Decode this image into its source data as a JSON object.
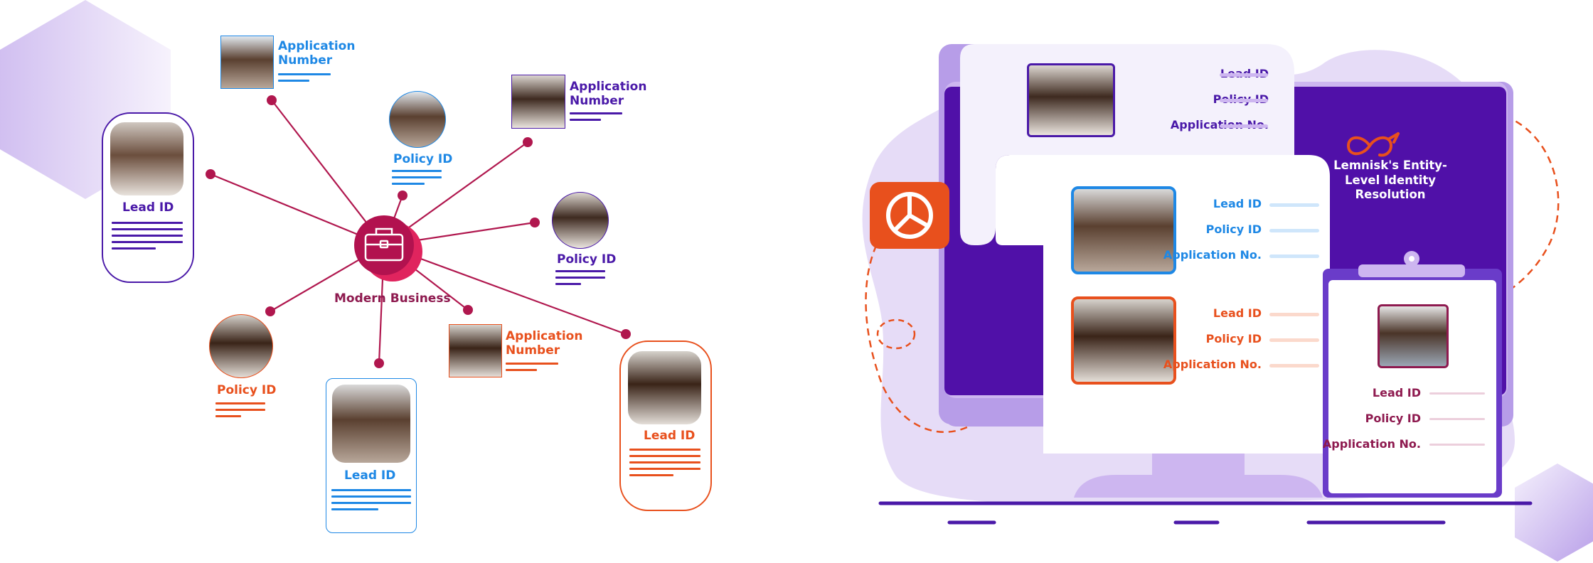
{
  "colors": {
    "purple": "#4a19a8",
    "purple_dark": "#3a0ca3",
    "blue": "#1e88e5",
    "orange": "#e8501d",
    "magenta": "#c2185b",
    "magenta_dark": "#8e1a4f",
    "lavender": "#e6dcf7",
    "lavender_mid": "#cdb6f0",
    "pale": "#f4f1fc"
  },
  "left": {
    "center_label": "Modern Business",
    "center_icon": "briefcase-icon",
    "nodes": [
      {
        "id": "lead-purple",
        "label": "Lead ID"
      },
      {
        "id": "app-blue-top",
        "label": "Application Number"
      },
      {
        "id": "policy-blue",
        "label": "Policy ID"
      },
      {
        "id": "app-purple",
        "label": "Application Number"
      },
      {
        "id": "policy-purple",
        "label": "Policy ID"
      },
      {
        "id": "policy-orange",
        "label": "Policy ID"
      },
      {
        "id": "lead-blue",
        "label": "Lead ID"
      },
      {
        "id": "app-orange",
        "label": "Application Number"
      },
      {
        "id": "lead-orange",
        "label": "Lead ID"
      }
    ]
  },
  "right": {
    "brand_title": "Lemnisk's Entity-Level Identity Resolution",
    "brand_icon": "infinity-arrow-icon",
    "analytics_icon": "pie-chart-icon",
    "card_top": {
      "fields": [
        "Lead ID",
        "Policy ID",
        "Application No."
      ]
    },
    "card_mid_blue": {
      "fields": [
        "Lead ID",
        "Policy ID",
        "Application No."
      ]
    },
    "card_mid_orange": {
      "fields": [
        "Lead ID",
        "Policy ID",
        "Application No."
      ]
    },
    "clipboard": {
      "fields": [
        "Lead ID",
        "Policy ID",
        "Application No."
      ]
    }
  }
}
